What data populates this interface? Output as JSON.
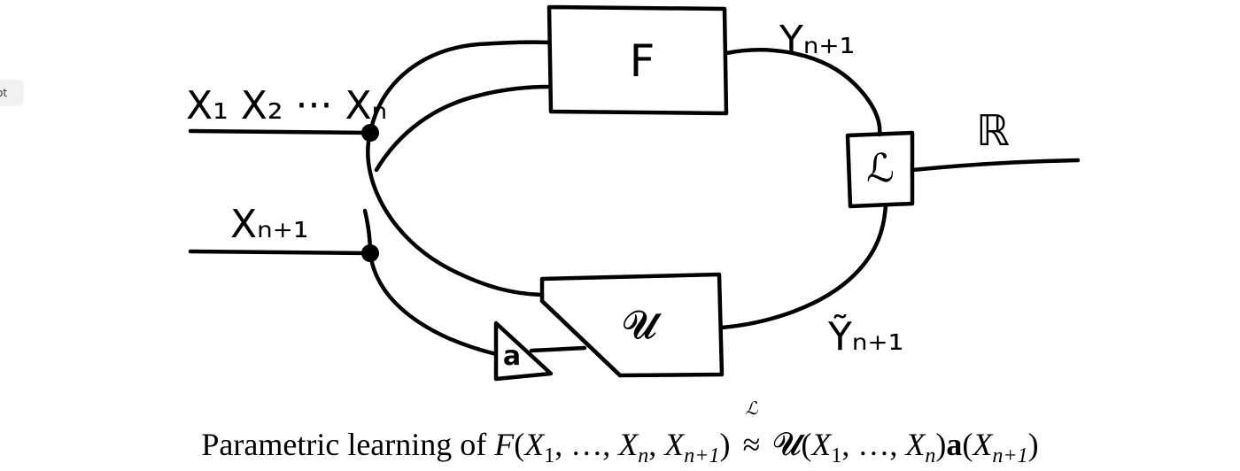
{
  "side_tab": {
    "label": "ot"
  },
  "diagram": {
    "boxes": {
      "f": "F",
      "u": "𝓤",
      "loss": "ℒ",
      "a": "a"
    },
    "labels": {
      "inputs": "X₁ X₂ ··· Xₙ",
      "input_next": "Xₙ₊₁",
      "output": "Yₙ₊₁",
      "output_approx": "Ỹₙ₊₁",
      "reals": "ℝ"
    }
  },
  "caption": {
    "prefix": "Parametric learning of ",
    "f": "F",
    "x": "X",
    "sub1": "1",
    "subn": "n",
    "subn1": "n+1",
    "dots": "…",
    "approx_symbol": "≈",
    "approx_over": "ℒ",
    "u": "𝓤",
    "a": "a"
  }
}
